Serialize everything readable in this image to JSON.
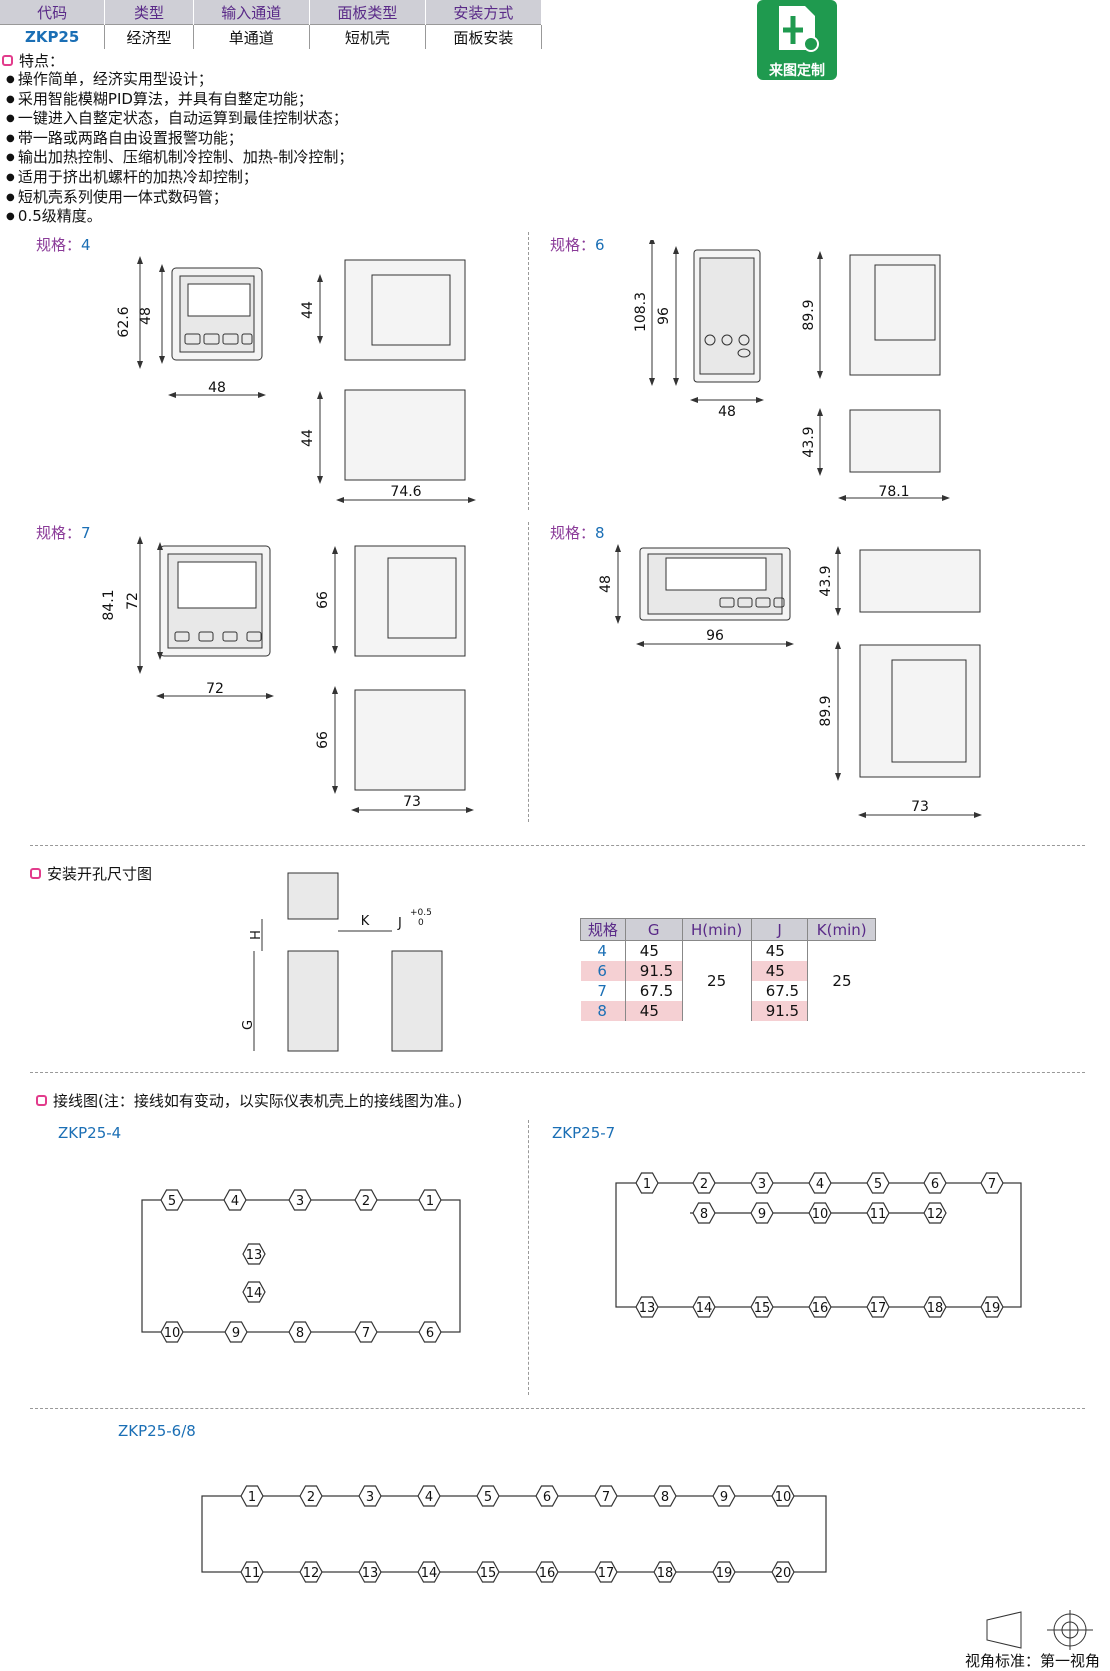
{
  "spec_table": {
    "headers": [
      "代码",
      "类型",
      "输入通道",
      "面板类型",
      "安装方式"
    ],
    "row": [
      "ZKP25",
      "经济型",
      "单通道",
      "短机壳",
      "面板安装"
    ]
  },
  "badge": {
    "label": "来图定制"
  },
  "features": {
    "title": "特点：",
    "items": [
      "操作简单，经济实用型设计；",
      "采用智能模糊PID算法，并具有自整定功能；",
      "一键进入自整定状态，自动运算到最佳控制状态；",
      "带一路或两路自由设置报警功能；",
      "输出加热控制、压缩机制冷控制、加热-制冷控制；",
      "适用于挤出机螺杆的加热冷却控制；",
      "短机壳系列使用一体式数码管；",
      "0.5级精度。"
    ]
  },
  "spec_prefix": "规格：",
  "dims": {
    "s4": {
      "id": "4",
      "h1": "62.6",
      "h2": "48",
      "w1": "48",
      "side_h": "44",
      "bot_h": "44",
      "depth": "74.6"
    },
    "s6": {
      "id": "6",
      "h1": "108.3",
      "h2": "96",
      "w1": "48",
      "side_h": "89.9",
      "bot_h": "43.9",
      "depth": "78.1"
    },
    "s7": {
      "id": "7",
      "h1": "84.1",
      "h2": "72",
      "w1": "72",
      "side_h": "66",
      "bot_h": "66",
      "depth": "73"
    },
    "s8": {
      "id": "8",
      "h1": "48",
      "w1": "96",
      "side_h": "43.9",
      "bot_h": "89.9",
      "depth": "73"
    }
  },
  "cutout": {
    "title": "安装开孔尺寸图",
    "labels": {
      "H": "H",
      "K": "K",
      "J": "J",
      "G": "G",
      "tol": "+0.5",
      "tol0": "0"
    },
    "headers": [
      "规格",
      "G",
      "H(min)",
      "J",
      "K(min)"
    ],
    "rows": [
      {
        "spec": "4",
        "G": "45",
        "J": "45"
      },
      {
        "spec": "6",
        "G": "91.5",
        "J": "45"
      },
      {
        "spec": "7",
        "G": "67.5",
        "J": "67.5"
      },
      {
        "spec": "8",
        "G": "45",
        "J": "91.5"
      }
    ],
    "H_min": "25",
    "K_min": "25"
  },
  "wiring": {
    "title": "接线图(注：接线如有变动，以实际仪表机壳上的接线图为准。)",
    "zkp4": "ZKP25-4",
    "zkp7": "ZKP25-7",
    "zkp68": "ZKP25-6/8"
  },
  "view_legend": "视角标准：第一视角"
}
